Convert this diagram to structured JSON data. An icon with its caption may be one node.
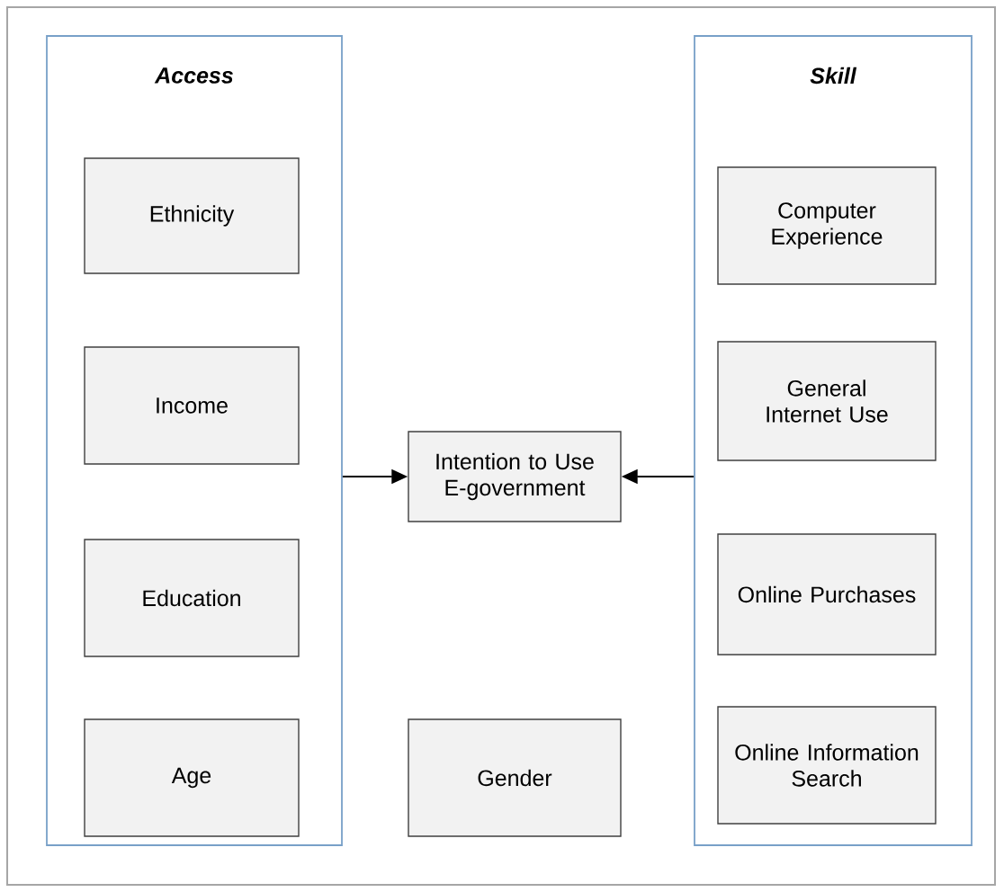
{
  "diagram": {
    "nodes": [
      {
        "text": [
          "Access"
        ]
      },
      {
        "text": [
          "Ethnicity"
        ],
        "in": 0
      },
      {
        "text": [
          "Income"
        ],
        "in": 0
      },
      {
        "text": [
          "Education"
        ],
        "in": 0
      },
      {
        "text": [
          "Age"
        ],
        "in": 0
      },
      {
        "text": [
          "Skill"
        ]
      },
      {
        "text": [
          "Computer Experience"
        ],
        "in": 5
      },
      {
        "text": [
          "General Internet Use"
        ],
        "in": 5
      },
      {
        "text": [
          "Online Purchases"
        ],
        "in": 5
      },
      {
        "text": [
          "Online Information Search"
        ],
        "in": 5
      },
      {
        "text": [
          "Intention to Use E-government"
        ]
      },
      {
        "text": [
          "Gender"
        ]
      }
    ],
    "edges": [
      {
        "from": 0,
        "to": 10,
        "arrow": "to"
      },
      {
        "from": 5,
        "to": 10,
        "arrow": "to"
      }
    ]
  }
}
